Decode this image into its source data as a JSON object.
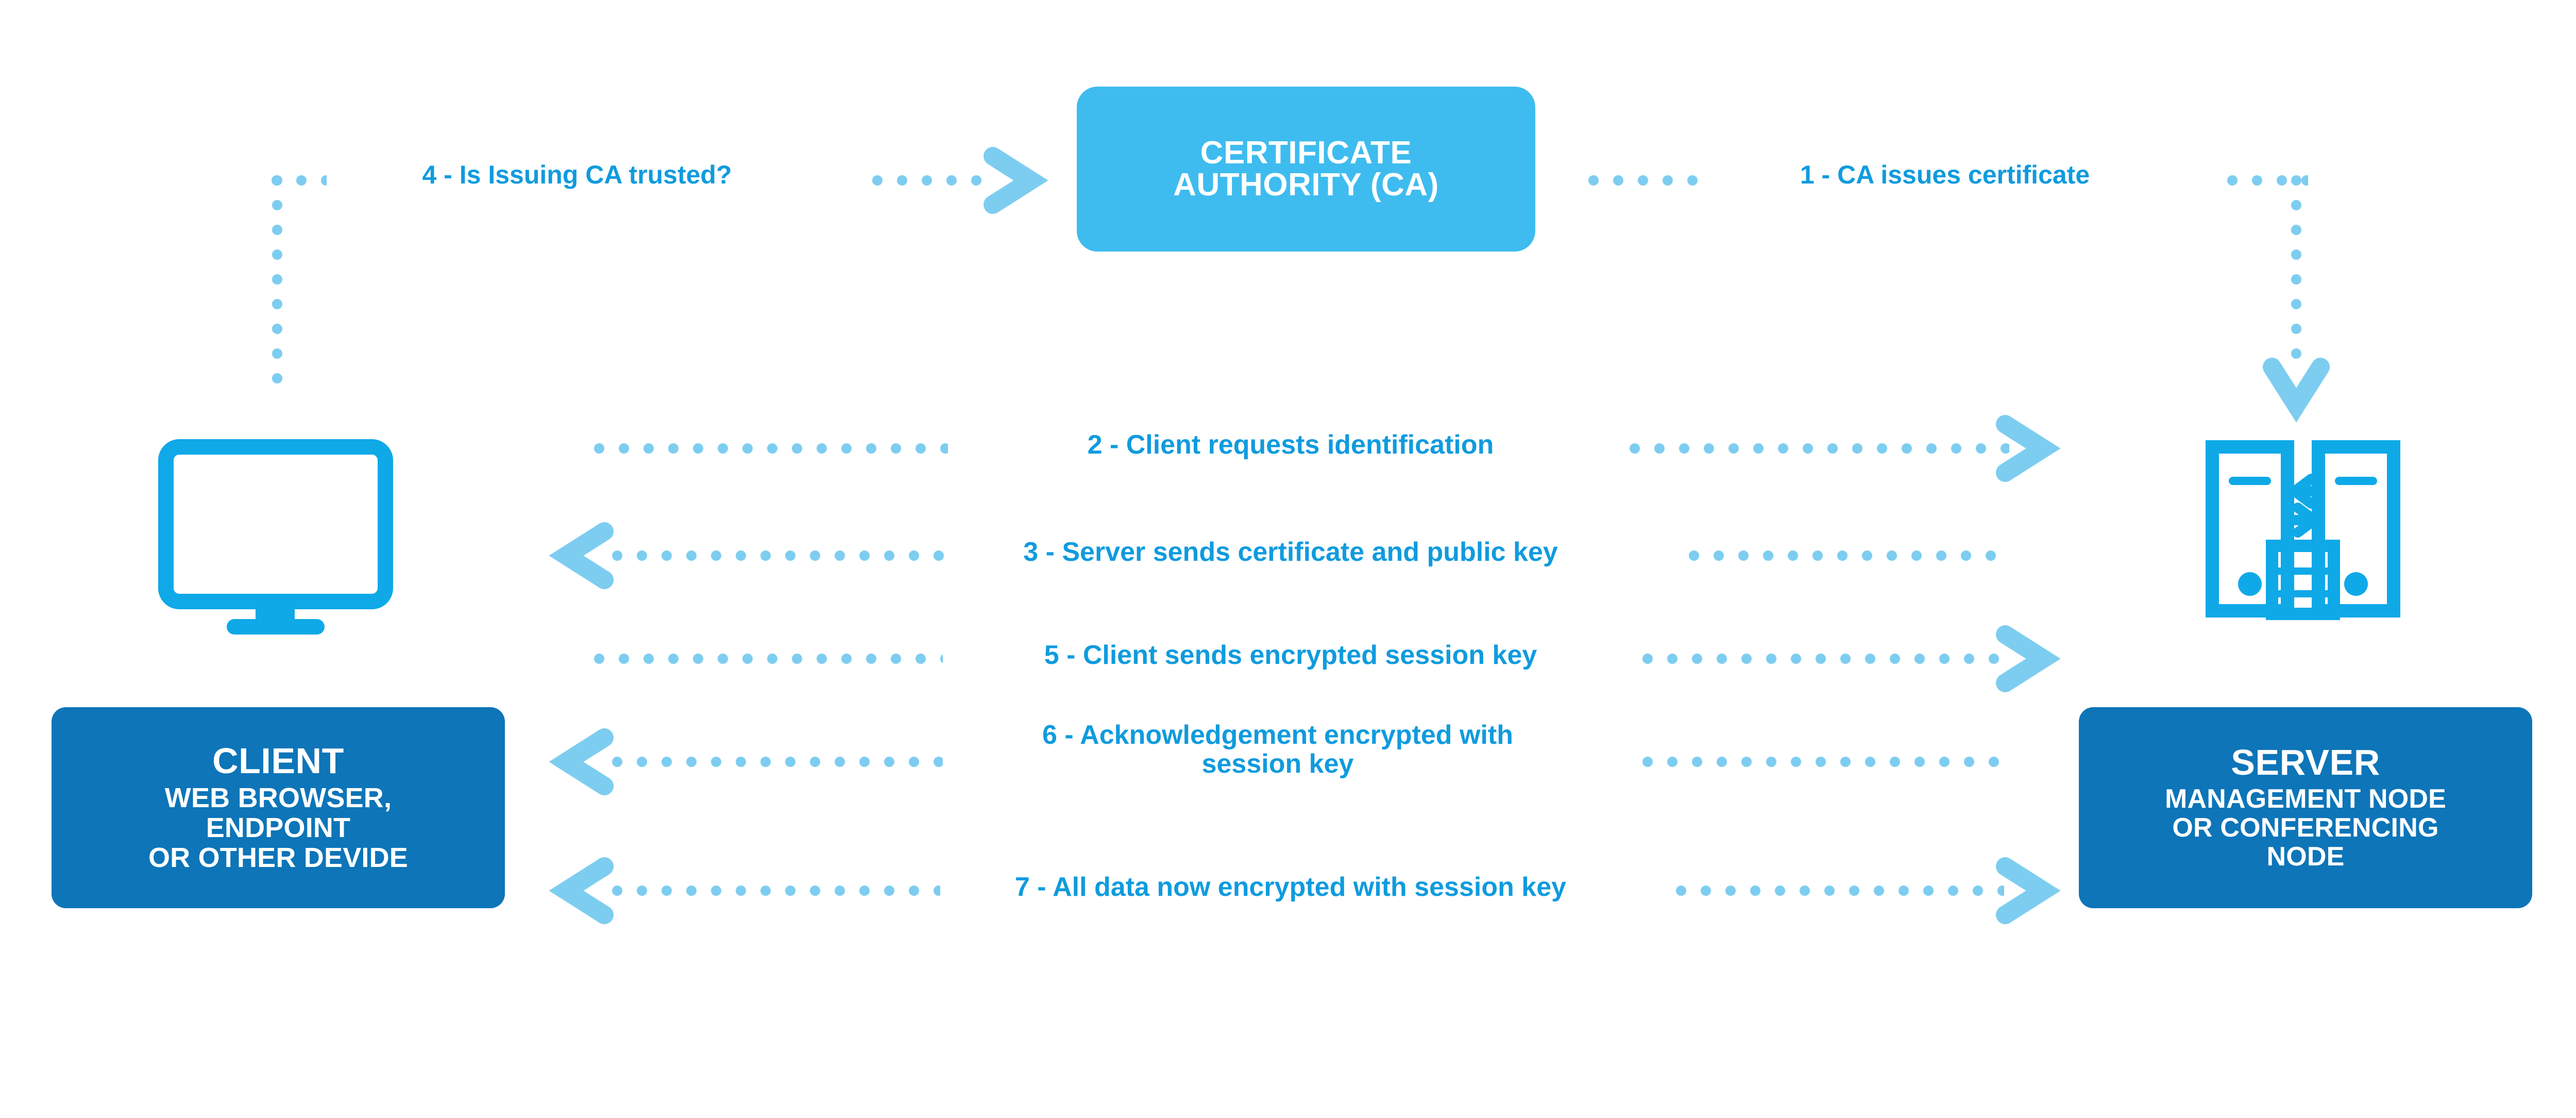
{
  "diagram": {
    "title_hidden": "TLS / SSL certificate handshake between client and server",
    "colors": {
      "ca_box_fill": "#3EBCEF",
      "node_box_fill": "#0D75B8",
      "line_dot": "#7DCDF0",
      "arrow_head": "#7DCDF0",
      "label_text": "#0F9BDE",
      "box_text": "#FFFFFF",
      "background": "#FFFFFF"
    }
  },
  "nodes": {
    "ca": {
      "title": "CERTIFICATE\nAUTHORITY (CA)",
      "icon": "none"
    },
    "client": {
      "title": "CLIENT",
      "subtitle": "WEB BROWSER,\nENDPOINT\nOR OTHER DEVIDE",
      "icon": "desktop-monitor-icon"
    },
    "server": {
      "title": "SERVER",
      "subtitle": "MANAGEMENT NODE\nOR CONFERENCING\nNODE",
      "icon": "server-towers-icon"
    }
  },
  "steps": [
    {
      "number": "1",
      "label": "1 - CA issues certificate",
      "from": "ca",
      "to": "server",
      "direction": "down",
      "arrowheads": [
        "end"
      ]
    },
    {
      "number": "2",
      "label": "2 - Client requests identification",
      "from": "client",
      "to": "server",
      "direction": "right",
      "arrowheads": [
        "end"
      ]
    },
    {
      "number": "3",
      "label": "3 - Server sends certificate and public key",
      "from": "server",
      "to": "client",
      "direction": "left",
      "arrowheads": [
        "start"
      ]
    },
    {
      "number": "4",
      "label": "4 - Is Issuing CA trusted?",
      "from": "client",
      "to": "ca",
      "direction": "right",
      "arrowheads": [
        "end"
      ]
    },
    {
      "number": "5",
      "label": "5 - Client sends encrypted session key",
      "from": "client",
      "to": "server",
      "direction": "right",
      "arrowheads": [
        "end"
      ]
    },
    {
      "number": "6",
      "label": "6 - Acknowledgement encrypted with\nsession key",
      "from": "server",
      "to": "client",
      "direction": "left",
      "arrowheads": [
        "start"
      ]
    },
    {
      "number": "7",
      "label": "7 - All data now encrypted with session key",
      "from": "server",
      "to": "client",
      "direction": "both",
      "arrowheads": [
        "start",
        "end"
      ]
    }
  ]
}
